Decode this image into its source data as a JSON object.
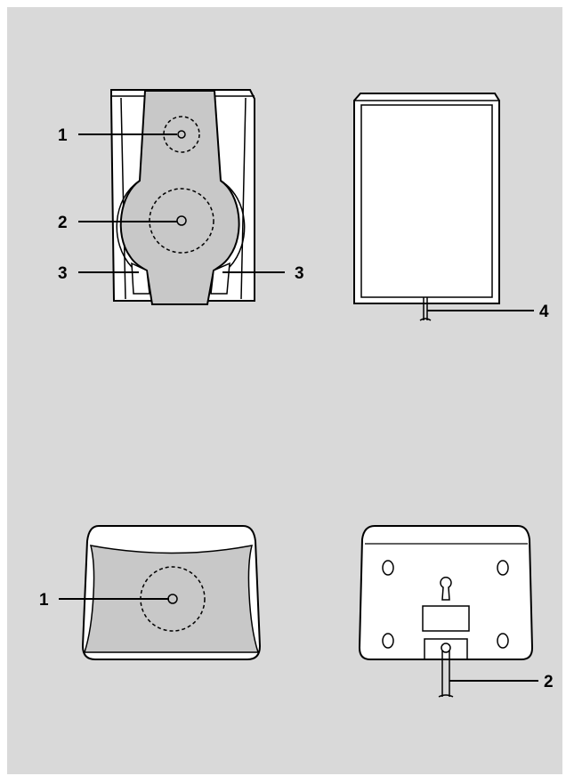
{
  "colors": {
    "background": "#d9d9d9",
    "panel_fill": "#c8c8c8",
    "body_fill": "#ffffff",
    "line": "#000000"
  },
  "labels": {
    "front_speaker_tweeter": "1",
    "front_speaker_woofer": "2",
    "front_speaker_port_left": "3",
    "front_speaker_port_right": "3",
    "front_speaker_cord": "4",
    "surround_speaker_driver": "1",
    "surround_speaker_cord": "2"
  }
}
